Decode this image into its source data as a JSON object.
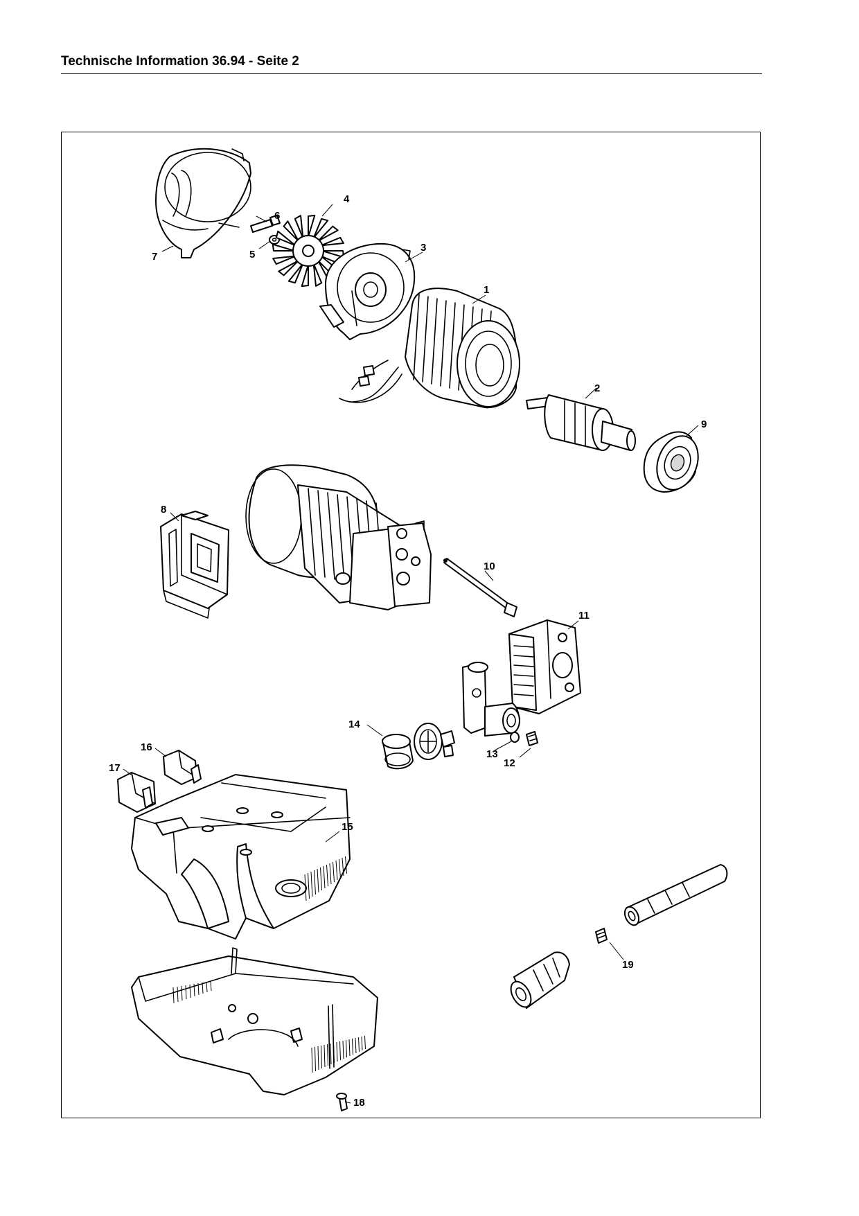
{
  "header": {
    "title": "Technische Information 36.94 - Seite 2"
  },
  "diagram": {
    "part_labels": [
      "1",
      "2",
      "3",
      "4",
      "5",
      "6",
      "7",
      "8",
      "9",
      "10",
      "11",
      "12",
      "13",
      "14",
      "15",
      "16",
      "17",
      "18",
      "19"
    ]
  }
}
